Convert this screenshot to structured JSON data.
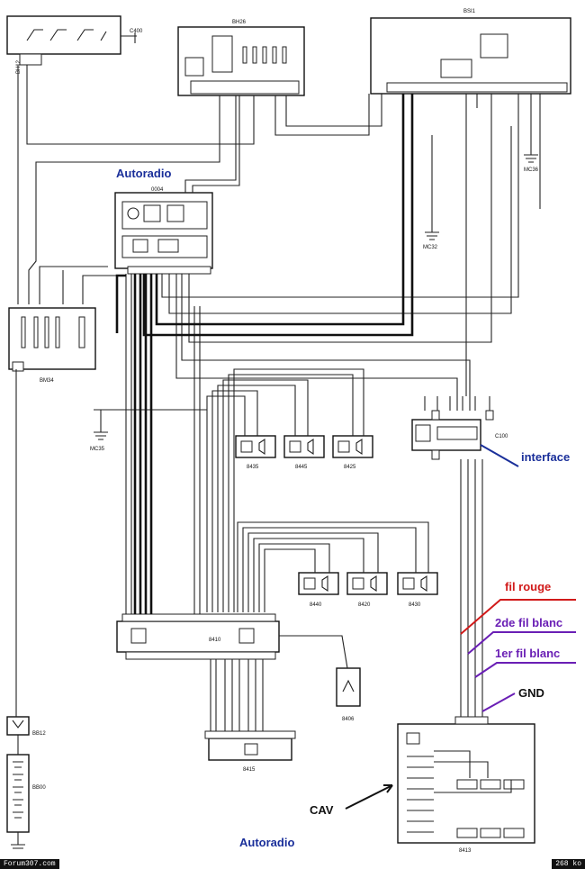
{
  "components": {
    "c400": "C400",
    "bh26": "BH26",
    "bsi1": "BSI1",
    "autoradio": "0004",
    "bm34": "BM34",
    "mc35": "MC35",
    "mc32": "MC32",
    "mc36": "MC36",
    "spk_top": [
      "8435",
      "8445",
      "8425"
    ],
    "spk_mid": [
      "8440",
      "8420",
      "8430"
    ],
    "interface_box": "C100",
    "changer": "8410",
    "antenna": "8406",
    "lower": "8415",
    "bb12": "BB12",
    "battery": "BB00",
    "remote": "8413"
  },
  "annotations": {
    "autoradio_top": "Autoradio",
    "autoradio_bottom": "Autoradio",
    "interface": "interface",
    "fil_rouge": "fil rouge",
    "fil_blanc_2": "2de fil blanc",
    "fil_blanc_1": "1er fil blanc",
    "gnd": "GND",
    "cav": "CAV"
  },
  "colors": {
    "blue": "#1a2f9a",
    "red": "#d11a1a",
    "purple": "#6a1fb5"
  },
  "footer": {
    "left": "Forum307.com",
    "right": "268 ko"
  }
}
